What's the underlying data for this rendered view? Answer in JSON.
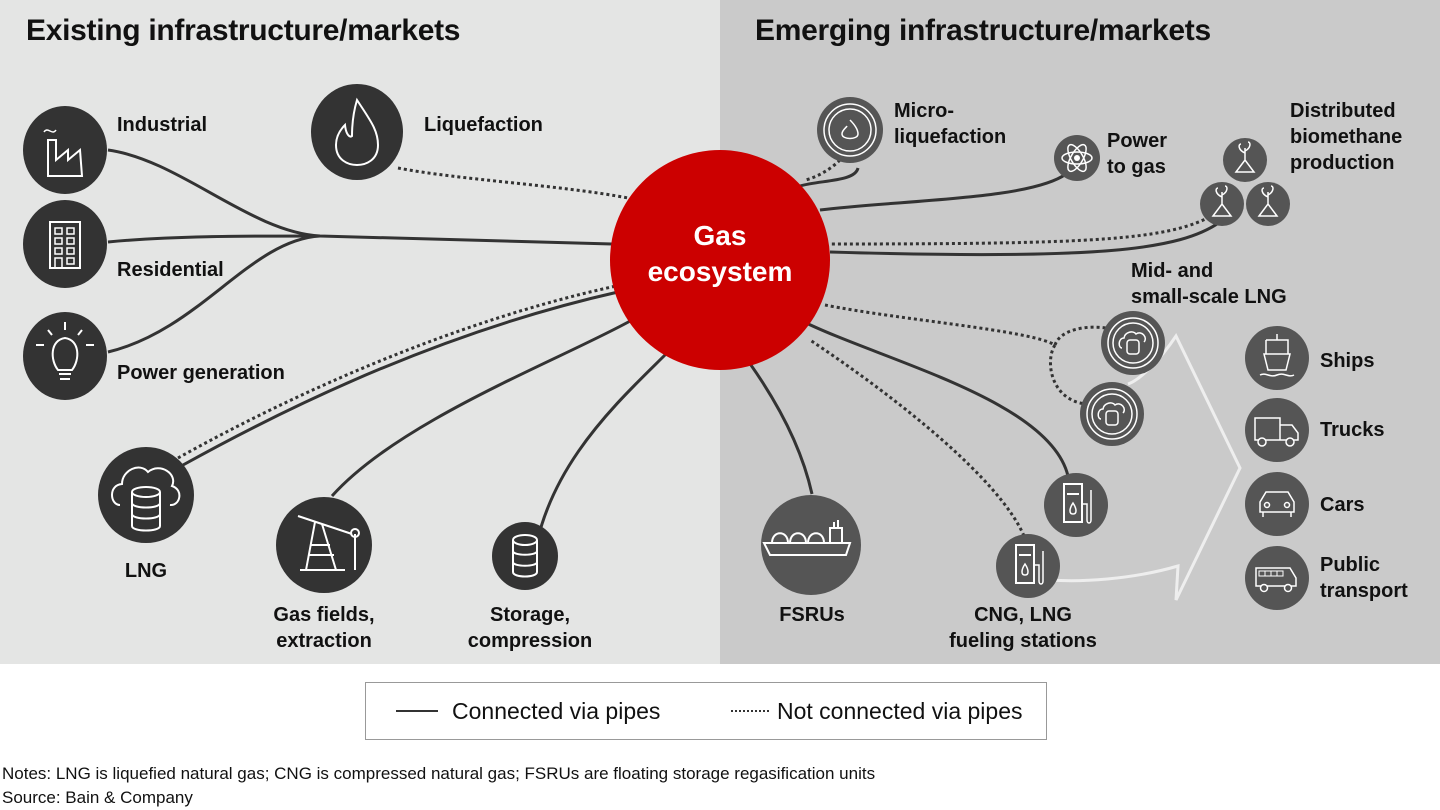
{
  "sections": {
    "existing_title": "Existing infrastructure/markets",
    "emerging_title": "Emerging infrastructure/markets"
  },
  "hub": {
    "label": "Gas\necosystem",
    "color": "#cc0000"
  },
  "colors": {
    "icon_dark": "#333333",
    "icon_gray": "#555555",
    "line": "#333333",
    "arrow": "#eeeeee"
  },
  "existing_nodes": [
    {
      "id": "industrial",
      "label": "Industrial",
      "icon": "factory-icon",
      "connection": "pipes"
    },
    {
      "id": "residential",
      "label": "Residential",
      "icon": "building-icon",
      "connection": "pipes"
    },
    {
      "id": "power_generation",
      "label": "Power generation",
      "icon": "lightbulb-icon",
      "connection": "pipes"
    },
    {
      "id": "liquefaction",
      "label": "Liquefaction",
      "icon": "flame-icon",
      "connection": "not_pipes"
    },
    {
      "id": "lng",
      "label": "LNG",
      "icon": "cloud-database-icon",
      "connection": "both"
    },
    {
      "id": "gas_fields",
      "label": "Gas fields,\nextraction",
      "icon": "oil-pump-icon",
      "connection": "pipes"
    },
    {
      "id": "storage",
      "label": "Storage,\ncompression",
      "icon": "database-icon",
      "connection": "pipes"
    }
  ],
  "emerging_nodes": [
    {
      "id": "micro_liquefaction",
      "label": "Micro-\nliquefaction",
      "icon": "flame-ring-icon",
      "connection": "both"
    },
    {
      "id": "power_to_gas",
      "label": "Power\nto gas",
      "icon": "atom-icon",
      "connection": "pipes"
    },
    {
      "id": "biomethane",
      "label": "Distributed\nbiomethane\nproduction",
      "icon": "sprout-icon",
      "connection": "both"
    },
    {
      "id": "mid_small_lng",
      "label": "Mid- and\nsmall-scale LNG",
      "icon": "cloud-database-ring-icon",
      "connection": "not_pipes"
    },
    {
      "id": "fsrus",
      "label": "FSRUs",
      "icon": "lng-tanker-icon",
      "connection": "pipes"
    },
    {
      "id": "fueling_stations",
      "label": "CNG, LNG\nfueling stations",
      "icon": "fuel-pump-icon",
      "connection": "both"
    }
  ],
  "end_uses": [
    {
      "label": "Ships",
      "icon": "ship-icon"
    },
    {
      "label": "Trucks",
      "icon": "truck-icon"
    },
    {
      "label": "Cars",
      "icon": "car-icon"
    },
    {
      "label": "Public\ntransport",
      "icon": "bus-icon"
    }
  ],
  "legend": {
    "solid": "Connected via pipes",
    "dotted": "Not connected via pipes"
  },
  "notes": {
    "notes": "Notes: LNG is liquefied natural gas; CNG is compressed natural gas; FSRUs are floating storage regasification units",
    "source": "Source: Bain & Company"
  }
}
